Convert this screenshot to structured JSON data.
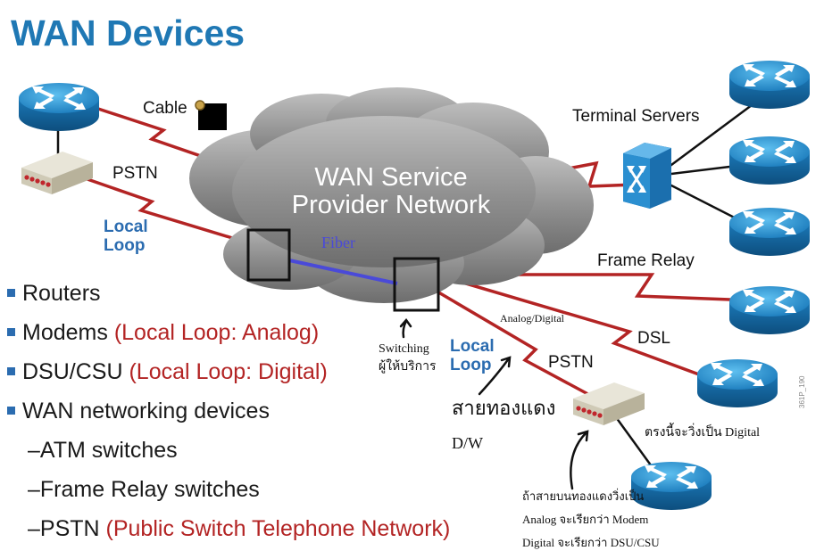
{
  "title": "WAN Devices",
  "cloud": {
    "line1": "WAN Service",
    "line2": "Provider Network"
  },
  "labels": {
    "cable": "Cable",
    "pstn_left": "PSTN",
    "local_loop_left_1": "Local",
    "local_loop_left_2": "Loop",
    "terminal_servers": "Terminal Servers",
    "frame_relay": "Frame Relay",
    "dsl": "DSL",
    "local_loop_right_1": "Local",
    "local_loop_right_2": "Loop",
    "pstn_right": "PSTN",
    "watermark": "361P_190"
  },
  "annotations": {
    "fiber": "Fiber",
    "switching_1": "Switching",
    "switching_2": "ผู้ให้บริการ",
    "analog_digital": "Analog/Digital",
    "copper": "สายทองแดง",
    "dw": "D/W",
    "digital_here": "ตรงนี้จะวิ่งเป็น Digital",
    "note_1": "ถ้าสายบนทองแดงวิ่งเป็น",
    "note_2": "Analog จะเรียกว่า Modem",
    "note_3": "Digital จะเรียกว่า DSU/CSU"
  },
  "bullets": [
    {
      "text": "Routers",
      "note": "",
      "level": 1
    },
    {
      "text": "Modems ",
      "note": "(Local Loop: Analog)",
      "level": 1
    },
    {
      "text": "DSU/CSU ",
      "note": "(Local Loop: Digital)",
      "level": 1
    },
    {
      "text": "WAN networking devices",
      "note": "",
      "level": 1
    },
    {
      "text": "ATM switches",
      "note": "",
      "level": 2
    },
    {
      "text": "Frame Relay switches",
      "note": "",
      "level": 2
    },
    {
      "text": "PSTN ",
      "note": "(Public Switch Telephone Network)",
      "level": 2
    }
  ],
  "colors": {
    "title": "#1f78b4",
    "link": "#b32424",
    "router": "#2a8fd0",
    "cloud": "#8f8f8f",
    "fiber": "#4a4ad8"
  },
  "icons": [
    "router-icon",
    "modem-icon",
    "terminal-server-icon",
    "cable-connector-icon"
  ]
}
